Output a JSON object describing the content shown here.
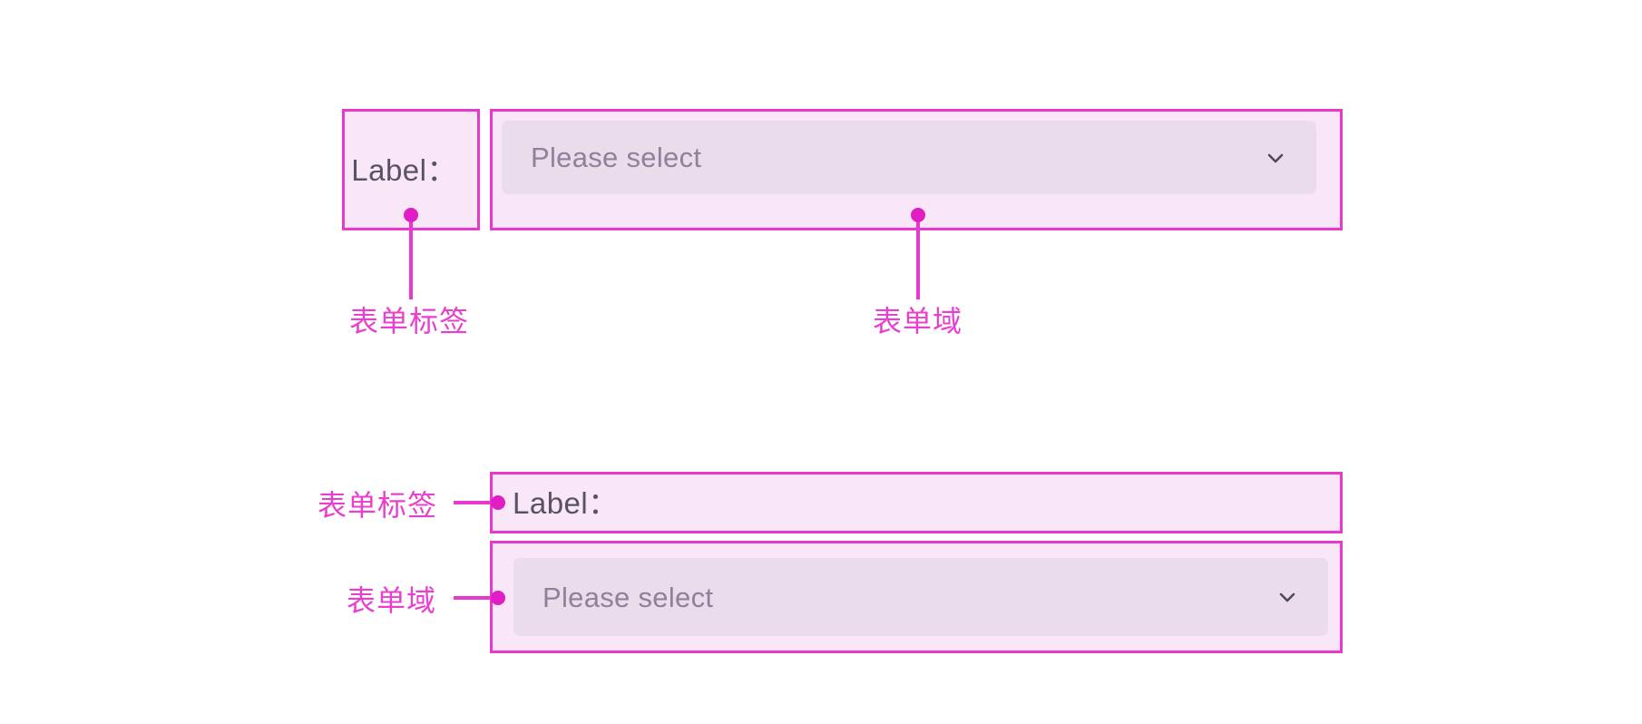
{
  "canvas": {
    "background": "#ffffff",
    "accent": "#e839ce",
    "dot_color": "#e01ec4",
    "box_fill": "#f9e6f7",
    "control_fill": "#ebdcec",
    "label_text_color": "#595266",
    "placeholder_color": "#8d8299",
    "caption_color": "#e83fd0"
  },
  "horizontal_example": {
    "label_cell": {
      "text": "Label：",
      "annotation": "表单标签"
    },
    "field_cell": {
      "placeholder": "Please select",
      "dropdown_icon": "chevron-down-icon",
      "annotation": "表单域"
    }
  },
  "vertical_example": {
    "label_cell": {
      "text": "Label：",
      "annotation": "表单标签"
    },
    "field_cell": {
      "placeholder": "Please select",
      "dropdown_icon": "chevron-down-icon",
      "annotation": "表单域"
    }
  }
}
